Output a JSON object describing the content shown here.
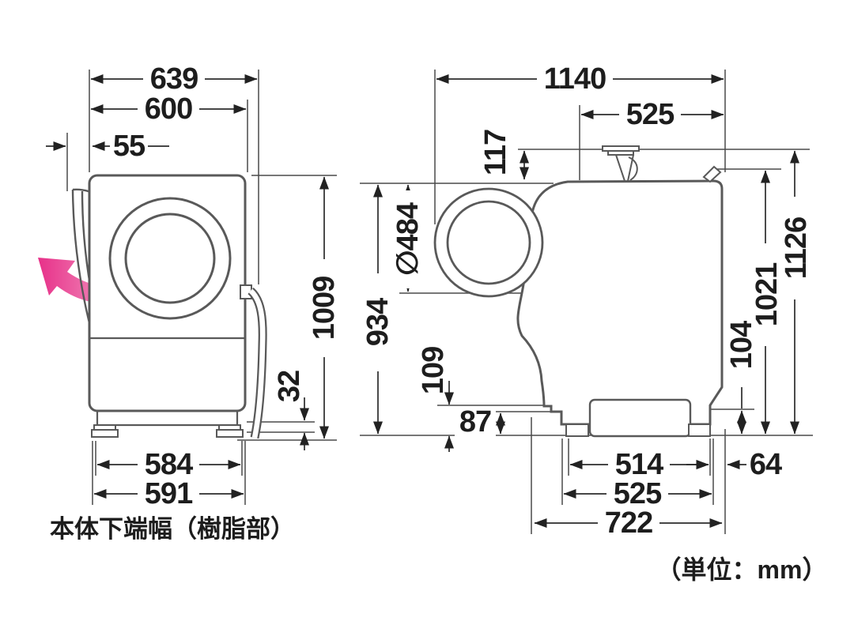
{
  "colors": {
    "red": "#d71a21",
    "orange": "#ef8200",
    "blue": "#0f6db5",
    "black": "#1d1d1d",
    "pink_dark": "#e73189",
    "pink_light": "#f8c3da",
    "dim_line": "#222222"
  },
  "front_view": {
    "dims": {
      "total_width": "639",
      "body_width": "600",
      "door_protrusion": "55",
      "body_height": "1009",
      "base_height": "32",
      "bottom_width_resin_inner": "584",
      "bottom_width": "591"
    },
    "caption": "本体下端幅（樹脂部）"
  },
  "side_view": {
    "dims": {
      "total_depth": "1140",
      "top_depth": "525",
      "inlet_height": "117",
      "door_diameter": "∅484",
      "front_height": "934",
      "front_clearance": "109",
      "base_front_clearance": "87",
      "rear_clearance": "104",
      "body_height": "1021",
      "total_height": "1126",
      "feet_depth": "514",
      "base_depth": "525",
      "body_depth": "722",
      "rear_offset": "64"
    }
  },
  "units_note": "（単位：mm）"
}
